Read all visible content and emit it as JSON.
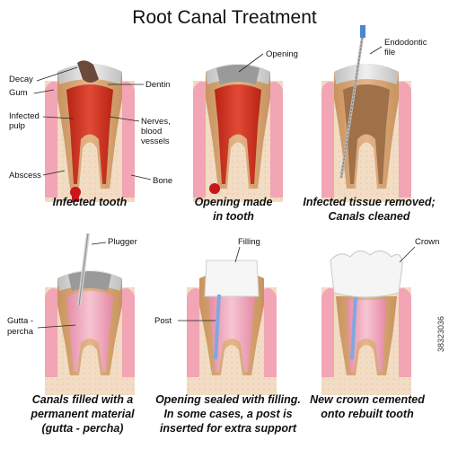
{
  "title": "Root Canal Treatment",
  "panels": [
    {
      "caption": [
        "Infected tooth"
      ],
      "labels": [
        "Decay",
        "Gum",
        "Infected",
        "pulp",
        "Abscess",
        "Dentin",
        "Nerves,",
        "blood",
        "vessels",
        "Bone"
      ]
    },
    {
      "caption": [
        "Opening made",
        "in tooth"
      ],
      "labels": [
        "Opening"
      ]
    },
    {
      "caption": [
        "Infected tissue removed;",
        "Canals cleaned"
      ],
      "labels": [
        "Endodontic",
        "file"
      ]
    },
    {
      "caption": [
        "Canals filled with a",
        "permanent material",
        "(gutta - percha)"
      ],
      "labels": [
        "Plugger",
        "Gutta -",
        "percha"
      ]
    },
    {
      "caption": [
        "Opening sealed with filling.",
        "In some cases, a post is",
        "inserted for extra support"
      ],
      "labels": [
        "Filling",
        "Post"
      ]
    },
    {
      "caption": [
        "New crown cemented",
        "onto rebuilt tooth"
      ],
      "labels": [
        "Crown"
      ]
    }
  ],
  "stock_id": "38323036",
  "colors": {
    "gum": "#f2a5b5",
    "bone": "#f2d9bf",
    "dentin": "#d9a878",
    "enamel": "#e6e6e6",
    "pulp_infected": "#d63a2a",
    "pulp_healthy": "#f3b7c6",
    "abscess": "#c8161b",
    "crown": "#f5f5f5",
    "file": "#4a86d8"
  }
}
